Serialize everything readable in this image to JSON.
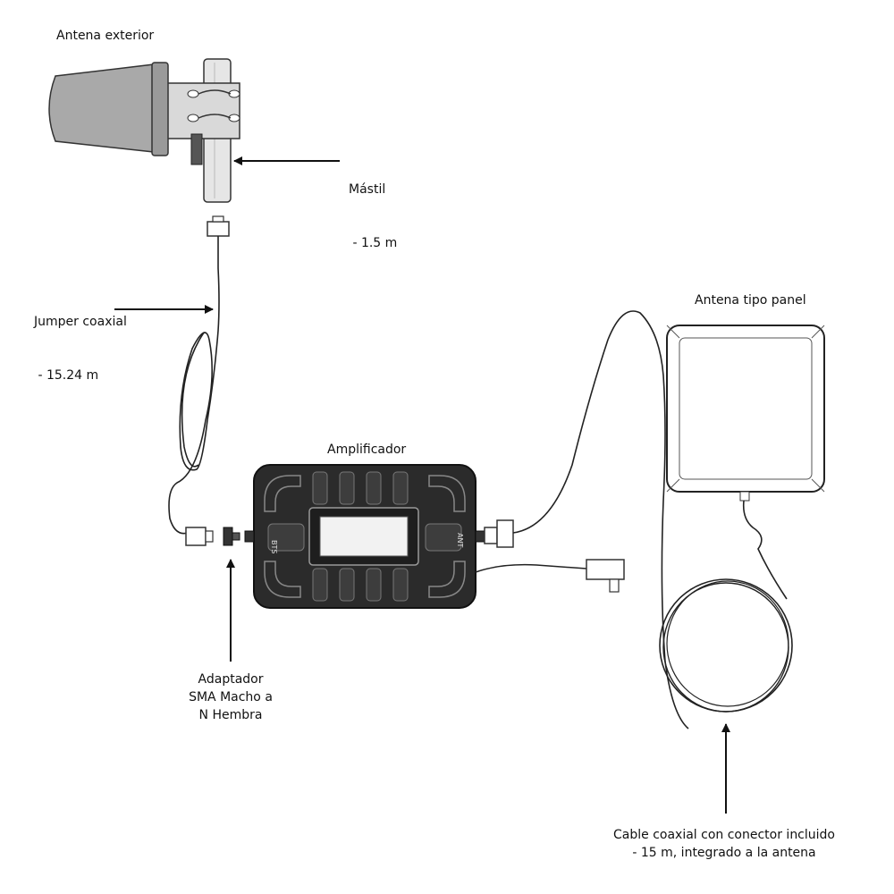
{
  "labels": {
    "outdoor_antenna": "Antena exterior",
    "mast_line1": "Mástil",
    "mast_line2": " - 1.5 m",
    "jumper_line1": "Jumper coaxial",
    "jumper_line2": " - 15.24 m",
    "amplifier": "Amplificador",
    "panel_antenna": "Antena tipo panel",
    "adapter_line1": "Adaptador",
    "adapter_line2": "SMA Macho a",
    "adapter_line3": "N Hembra",
    "cable_line1": "Cable coaxial con conector incluido",
    "cable_line2": "- 15 m, integrado a la antena",
    "port_bts": "BTS",
    "port_ant": "ANT"
  },
  "colors": {
    "stroke": "#111111",
    "antenna_fill": "#a9a9a9",
    "bracket_fill": "#cfcfcf",
    "panel_fill": "#ffffff"
  }
}
